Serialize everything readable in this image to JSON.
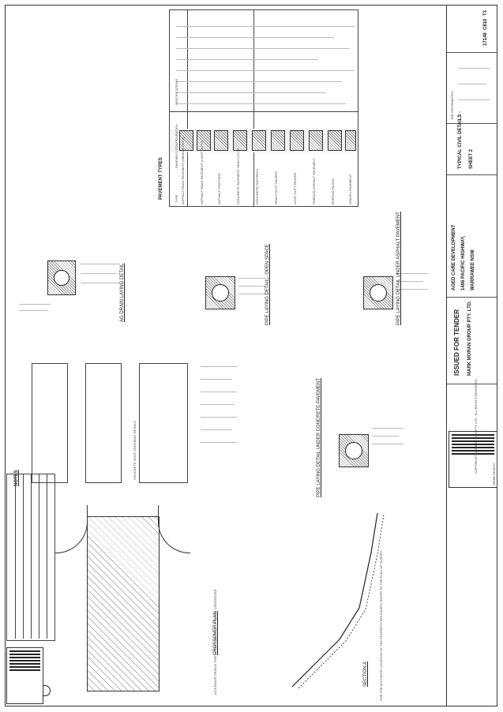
{
  "title_block": {
    "status": "ISSUED FOR TENDER",
    "client": "MARK MORAN GROUP PTY. LTD.",
    "project_line1": "AGED CARE DEVELOPMENT",
    "project_line2": "1496 PACIFIC HIGHWAY,",
    "project_line3": "WARRAWEE NSW",
    "drawing_title_line1": "TYPICAL CIVIL DETAILS -",
    "drawing_title_line2": "SHEET 2",
    "job_number": "17148",
    "drawing_number": "C810",
    "revision": "T3",
    "logo_text": "WEBB DESIGN",
    "job_info_label": "JOB INFORMATION"
  },
  "headings": {
    "pavement_types": "PAVEMENT TYPES",
    "notes": "NOTES",
    "agi_drain": "AG DRAIN LAYING DETAIL",
    "pipe_open_space": "PIPE LAYING DETAIL - OPEN SPACE",
    "pipe_asphalt": "PIPE LAYING DETAIL UNDER ASPHALT PAVEMENT",
    "pipe_concrete": "PIPE LAYING DETAIL UNDER CONCRETE PAVEMENT",
    "crossover_plan": "CROSSOVER PLAN",
    "section_a": "SECTION A",
    "crossover_note": "ALTERNATE DESIGN FOR HEIGHT CONTROL OPTIONAL CROSSOVER",
    "footer_note": "FOR THE ACCURATE LOCATION OF THE PROPERTY BOUNDARY, REFER TO THE PLAN OF SURVEY",
    "concrete_joints": "CONCRETE JOINT CROSSING DETAILS"
  },
  "pavement_table": {
    "headers": [
      "TYPE",
      "PAVEMENT CONFIGURATION",
      "SPECIFICATIONS"
    ],
    "rows": [
      "ASPHALT ROAD PAVEMENT (MEDIUM DUTY)",
      "ASPHALT ROAD PAVEMENT (LIGHT DUTY)",
      "ASPHALT FOOTPATH",
      "CONCRETE PAVEMENT HEAVY DUTY",
      "CONCRETE FOOTPATH",
      "HEAVY DUTY PAVERS",
      "LIGHT DUTY PAVERS",
      "POROUS ASPHALT PAVEMENT",
      "POROUS PAVING",
      "GRAVEL PAVEMENT"
    ]
  },
  "bottom_strip": "COPYRIGHT WEBB DESIGN PTY LTD - ALL RIGHTS RESERVED"
}
